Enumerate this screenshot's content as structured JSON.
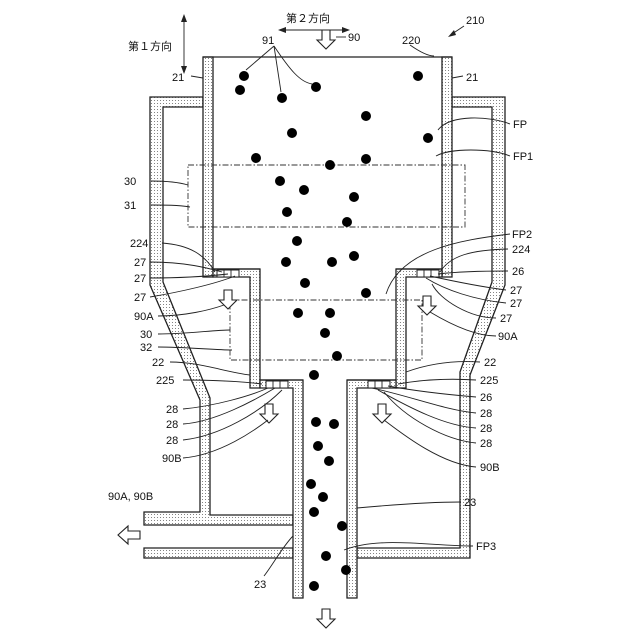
{
  "figure": {
    "ref_number": "210",
    "direction1": "第１方向",
    "direction2": "第２方向"
  },
  "labels": {
    "l90": "90",
    "l91": "91",
    "l220": "220",
    "l21a": "21",
    "l21b": "21",
    "lFP": "FP",
    "lFP1": "FP1",
    "l30a": "30",
    "l31": "31",
    "lFP2": "FP2",
    "l224a": "224",
    "l224b": "224",
    "l27a": "27",
    "l27b": "27",
    "l27c": "27",
    "l26a": "26",
    "l27d": "27",
    "l27e": "27",
    "l27f": "27",
    "l90Aa": "90A",
    "l90Ab": "90A",
    "l30b": "30",
    "l32": "32",
    "l22a": "22",
    "l22b": "22",
    "l225a": "225",
    "l225b": "225",
    "l26b": "26",
    "l28a": "28",
    "l28b": "28",
    "l28c": "28",
    "l28d": "28",
    "l28e": "28",
    "l28f": "28",
    "l90Ba": "90B",
    "l90Bb": "90B",
    "l90AB": "90A, 90B",
    "l23a": "23",
    "l23b": "23",
    "lFP3": "FP3"
  }
}
